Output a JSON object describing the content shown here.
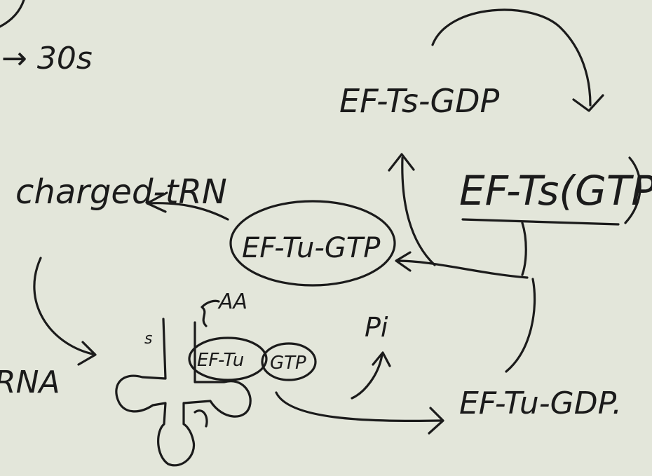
{
  "labels": {
    "ribosome_30s": "→ 30s",
    "ef_ts_gdp": "EF-Ts-GDP",
    "ef_ts_gtp": "EF-Ts(GTP)",
    "charged_trna": "charged-tRN",
    "ef_tu_gtp": "EF-Tu-GTP",
    "aa": "AA",
    "five_prime": "s",
    "ef_tu": "EF-Tu",
    "gtp": "GTP",
    "pi": "Pi",
    "ef_tu_gdp": "EF-Tu-GDP.",
    "rna": "RNA"
  },
  "colors": {
    "background": "#e3e6da",
    "ink": "#1b1b1b"
  }
}
